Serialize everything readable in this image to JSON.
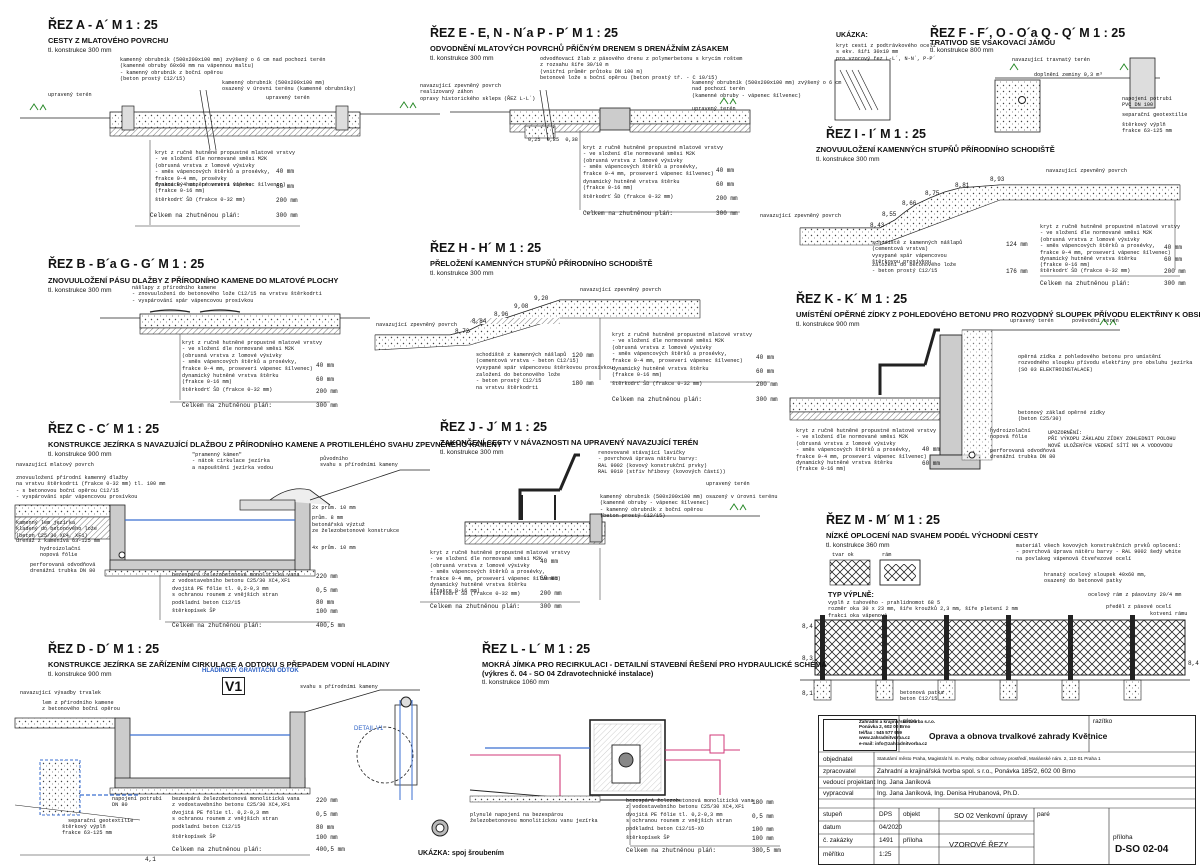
{
  "sections": {
    "aa": {
      "title": "ŘEZ A - A´  M 1 : 25",
      "sub": "CESTY Z MLATOVÉHO POVRCHU",
      "konst": "tl. konstrukce 300 mm",
      "notes": [
        "kamenný obrubník (500x200x100 mm) zvýšený o 6 cm nad pochozí terén\n(kamenné obruby 60x60 mm na vápennou maltu)\n- kamenný obrubník z boční opěrou\n(beton prostý C12/15)",
        "kamenný obrubník (500x200x100 mm)\nosazený v úrovni terénu (kamenné obrubníky)",
        "upravený terén",
        "upravený terén"
      ],
      "layers": [
        "kryt z ručně hutněné propustné mlatové vrstvy\n- ve složení dle normované směsi M2K\n(obrusná vrstva z lomové výsivky\n- směs vápencových štěrků a prosévky,\nfrakce 0-4 mm, prosévky\nfrakce 0-4 mm, proseverí vápenec šílvenec)",
        "dynamický hutněné vrstva štěrku\n(frakce 0-16 mm)",
        "štěrkodrť ŠD (frakce 0-32 mm)"
      ],
      "vals": [
        "40 mm",
        "60 mm",
        "200 mm"
      ],
      "total": "Celkem na zhutněnou pláň:",
      "totalv": "300 mm"
    },
    "bb": {
      "title": "ŘEZ B - B´a G - G´  M 1 : 25",
      "sub": "ZNOVUULOŽENÍ PÁSU DLAŽBY Z PŘÍRODNÍHO KAMENE DO MLATOVÉ PLOCHY",
      "konst": "tl. konstrukce 300 mm",
      "notes": [
        "nášlapy z přírodního kamene\n- znovuuložení do betonového lože C12/15 na vrstvu štěrkodrti\n- vyspárování spár vápencovou prosívkou"
      ],
      "layers": [
        "kryt z ručně hutněné propustné mlatové vrstvy\n- ve složení dle normované směsi M2K\n(obrusná vrstva z lomové výsivky\n- směs vápencových štěrků a prosévky,\nfrakce 0-4 mm, proseverí vápenec šílvenec)",
        "dynamický hutněné vrstva štěrku\n(frakce 0-16 mm)",
        "štěrkodrť ŠD (frakce 0-32 mm)"
      ],
      "vals": [
        "40 mm",
        "60 mm",
        "200 mm"
      ],
      "total": "Celkem na zhutněnou pláň:",
      "totalv": "300 mm"
    },
    "cc": {
      "title": "ŘEZ C - C´  M 1 : 25",
      "sub": "KONSTRUKCE JEZÍRKA S NAVAZUJÍCÍ DLAŽBOU Z PŘÍRODNÍHO KAMENE A PROTILEHLÉHO SVAHU ZPEVNĚNÉHO KAMENY",
      "konst": "tl. konstrukce 900 mm",
      "notes": [
        "navazující mlatový povrch",
        "znovuuložení přírodní kamenný dlažby\nna vrstvu štěrkodrti (frakce 0-32 mm) tl. 100 mm\n- s betonovou boční opěrou C12/15\n- vyspárování spár vápencovou prosívkou",
        "\"pramenný kámen\"\n- nátok cirkulace jezírka\na napouštění jezírka vodou",
        "původního\nsvahu s přírodními kameny",
        "kamenný lem jezírka\nkladený do betonového lože\n(beton C25/30 XC4, XF1)",
        "drenáž z kameniva 63-125 mm",
        "hydroizolační\nnopová fólie",
        "perforovaná odvodňová\ndrenážní trubka DN 80",
        "2x prům. 10 mm",
        "prům. 8 mm",
        "betonářská výztuž\nze železobetonové konstrukce",
        "4x prům. 10 mm"
      ],
      "layers": [
        "bezespárá železobetonová monolitická vana\nz vodostavebního betonu C25/30 XC4,XF1",
        "dvojitá PE fólie tl. 0,2-0,3 mm\ns ochranou rounem z vnějších stran",
        "podkladní beton C12/15",
        "štěrkopísek ŠP"
      ],
      "vals": [
        "220 mm",
        "0,5 mm",
        "80 mm",
        "100 mm"
      ],
      "total": "Celkem na zhutněnou pláň:",
      "totalv": "400,5 mm"
    },
    "dd": {
      "title": "ŘEZ D - D´  M 1 : 25",
      "sub": "KONSTRUKCE JEZÍRKA SE ZAŘÍZENÍM CIRKULACE A ODTOKU S PŘEPADEM VODNÍ HLADINY",
      "konst": "tl. konstrukce 900 mm",
      "notes": [
        "navazující výsadby trvalek",
        "lem z přírodního kamene\nz betonového boční opěrou",
        "HLADINOVÝ GRAVITAČNÍ ODTOK",
        "V1",
        "svahu s přírodními kameny",
        "DETAIL V1",
        "separační geotextilie",
        "štěrkový výplň\nfrakce 63-125 mm",
        "napojení potrubí\nDN 80"
      ],
      "layers": [
        "bezespárá železobetonová monolitická vana\nz vodostavebního betonu C25/30 XC4,XF1",
        "dvojitá PE fólie tl. 0,2-0,3 mm\ns ochranou rounem z vnějších stran",
        "podkladní beton C12/15",
        "štěrkopísek ŠP"
      ],
      "vals": [
        "220 mm",
        "0,5 mm",
        "80 mm",
        "100 mm"
      ],
      "total": "Celkem na zhutněnou pláň:",
      "totalv": "400,5 mm",
      "dim": "4,1"
    },
    "ee": {
      "title": "ŘEZ E - E, N - N´a P - P´  M 1 : 25",
      "sub": "ODVODNĚNÍ MLATOVÝCH POVRCHŮ PŘÍČNÝM DRENEM S DRENÁŽNÍM ZÁSAKEM",
      "konst": "tl. konstrukce 300 mm",
      "notes": [
        "navazující zpevněný povrch\nrealizovaný záhon\nopravy historického skleps (ŘEZ L-L´)",
        "odvodňovací žlab z pásového drenu z polymerbetonu s krycím roštem\nz rozsahu šíře 30/10 m\n(vnitřní průměr průtoku DN 100 m)\nbetonové lože s boční opěrou (beton prostý tř. - C 10/15)",
        "kamenný obrubník (500x200x100 mm) zvýšený o 6 cm\nnad pochozí terén\n(kamenné obruby - vápenec šílvenec)",
        "upravený terén",
        "0,25  0,25  0,38"
      ],
      "layers": [
        "kryt z ručně hutněné propustné mlatové vrstvy\n- ve složení dle normované směsi M2K\n(obrusná vrstva z lomové výsivky\n- směs vápencových štěrků a prosévky,\nfrakce 0-4 mm, proseverí vápenec šílvenec)",
        "dynamický hutněné vrstva štěrku\n(frakce 0-16 mm)",
        "štěrkodrť ŠD (frakce 0-32 mm)"
      ],
      "vals": [
        "40 mm",
        "60 mm",
        "200 mm"
      ],
      "total": "Celkem na zhutněnou pláň:",
      "totalv": "300 mm"
    },
    "hh": {
      "title": "ŘEZ H - H´  M 1 : 25",
      "sub": "PŘELOŽENÍ KAMENNÝCH STUPŇŮ PŘÍRODNÍHO SCHODIŠTĚ",
      "konst": "tl. konstrukce 300 mm",
      "notes": [
        "navazující zpevněný povrch",
        "navazující zpevněný povrch",
        "schodiště z kamenných nášlapů\n(cementová vrstva - beton C12/15)\nvysypané spár vápencovou štěrkovou prosívkou",
        "založení do betonového lože\n- beton prostý C12/15\nna vrstvu štěrkodrti",
        "8,72",
        "8,84",
        "8,96",
        "9,08",
        "9,20"
      ],
      "layers": [
        "kryt z ručně hutněné propustné mlatové vrstvy\n- ve složení dle normované směsi M2K\n(obrusná vrstva z lomové výsivky\n- směs vápencových štěrků a prosévky,\nfrakce 0-4 mm, proseverí vápenec šílvenec)",
        "dynamický hutněné vrstva štěrku\n(frakce 0-16 mm)",
        "štěrkodrť ŠD (frakce 0-32 mm)"
      ],
      "vals": [
        "40 mm",
        "60 mm",
        "200 mm"
      ],
      "leftvals": [
        "120 mm",
        "",
        "180 mm"
      ],
      "total": "Celkem na zhutněnou pláň:",
      "totalv": "300 mm"
    },
    "jj": {
      "title": "ŘEZ J - J´  M 1 : 25",
      "sub": "ZAKONČENÍ CESTY V NÁVAZNOSTI NA UPRAVENÝ NAVAZUJÍCÍ TERÉN",
      "konst": "tl. konstrukce 300 mm",
      "notes": [
        "renovované stávající lavičky\n- povrchová úprava nátěru barvy:\nRAL 9002 (kovový konstrukční prvky)\nRAL 9010 (střiv hřibovy (kovových částí))",
        "upravený terén",
        "kamenný obrubník (500x200x100 mm) osazený v úrovni terénu\n(kamenné obruby - vápenec šílvenec)\n- kamenný obrubník z boční opěrou\n(beton prostý C12/15)"
      ],
      "layers": [
        "kryt z ručně hutněné propustné mlatové vrstvy\n- ve složení dle normované směsi M2K\n(obrusná vrstva z lomové výsivky\n- směs vápencových štěrků a prosévky,\nfrakce 0-4 mm, proseverí vápenec šílvenec)",
        "dynamický hutněné vrstva štěrku\n(frakce 0-16 mm)",
        "štěrkodrť ŠD (frakce 0-32 mm)"
      ],
      "vals": [
        "40 mm",
        "60 mm",
        "200 mm"
      ],
      "total": "Celkem na zhutněnou pláň:",
      "totalv": "300 mm"
    },
    "ll": {
      "title": "ŘEZ L - L´  M 1 : 25",
      "sub": "MOKRÁ JÍMKA PRO RECIRKULACI - DETAILNÍ STAVEBNÍ ŘEŠENÍ PRO HYDRAULICKÉ SCHÉMA",
      "sub2": "(výkres č. 04 - SO 04 Zdravotechnické instalace)",
      "konst": "tl. konstrukce 1060 mm",
      "notes": [
        "plynulé napojení na bezespárou\nželezobetonovou monolitickou vanu jezírka",
        "UKÁZKA: spoj šroubením"
      ],
      "layers": [
        "bezespárá železobetonová monolitická vana\nz vodostavebního betonu C25/30 XC4,XF1",
        "dvojitá PE fólie tl. 0,2-0,3 mm\ns ochranou rounem z vnějších stran",
        "podkladní beton C12/15-XO",
        "štěrkopísek ŠP"
      ],
      "vals": [
        "180 mm",
        "0,5 mm",
        "100 mm",
        "100 mm"
      ],
      "total": "Celkem na zhutněnou pláň:",
      "totalv": "380,5 mm"
    },
    "ff": {
      "title": "ŘEZ F - F´, O - O´a Q - Q´  M 1 : 25",
      "sub": "TRATIVOD SE VSAKOVACÍ JÁMOU",
      "konst": "tl. konstrukce 800 mm",
      "ukazka": "UKÁZKA:",
      "notes": [
        "kryt cesti z podtrávkového ocelí\ns ekv. šíři 30x10 mm\npro vzorový řez L-L´, N-N´, P-P´",
        "navazující travnatý terén",
        "doplnění zeminy 0,3 m³",
        "napojení potrubí\nPVC DN 100",
        "separační geotextilie",
        "štěrkový výplň\nfrakce 63-125 mm"
      ]
    },
    "ii": {
      "title": "ŘEZ I - I´  M 1 : 25",
      "sub": "ZNOVUULOŽENÍ KAMENNÝCH STUPŇŮ PŘÍRODNÍHO SCHODIŠTĚ",
      "konst": "tl. konstrukce 300 mm",
      "notes": [
        "navazující zpevněný povrch",
        "navazující zpevněný povrch",
        "8,93",
        "8,81",
        "8,75",
        "8,66",
        "8,55",
        "8,43",
        "schodiště z kamenných nášlapů\n(cementová vrstva)\nvysypané spár vápencovou\nštěrkovou prosívkou",
        "založení do betonového lože\n- beton prostý C12/15"
      ],
      "layers": [
        "kryt z ručně hutněné propustné mlatové vrstvy\n- ve složení dle normované směsi M2K\n(obrusná vrstva z lomové výsivky\n- směs vápencových štěrků a prosévky,\nfrakce 0-4 mm, proseverí vápenec šílvenec)",
        "dynamický hutněné vrstva štěrku\n(frakce 0-16 mm)",
        "štěrkodrť ŠD (frakce 0-32 mm)"
      ],
      "vals": [
        "40 mm",
        "60 mm",
        "200 mm"
      ],
      "leftvals": [
        "124 mm",
        "",
        "176 mm"
      ],
      "total": "Celkem na zhutněnou pláň:",
      "totalv": "300 mm"
    },
    "kk": {
      "title": "ŘEZ K - K´  M 1 : 25",
      "sub": "UMÍSTĚNÍ OPĚRNÉ ZÍDKY Z POHLEDOVÉHO BETONU PRO ROZVODNÝ SLOUPEK PŘÍVODU ELEKTŘINY K OBSLUZE JEZÍRKA",
      "konst": "tl. konstrukce 900 mm",
      "notes": [
        "upravený terén",
        "pověvodní terén",
        "opěrná zídka z pohledového betonu pro umístění\nrozvodného sloupku přívodu elektřiny pro obsluhu jezírka\n(SO 03 ELEKTROINSTALACE)",
        "betonový základ opěrné zídky\n(beton C25/30)",
        "hydroizolační\nnopová fólie",
        "perforovaná odvodňová\ndrenážní trubka DN 80",
        "UPOZORNĚNÍ:\nPŘI VÝKOPU ZÁKLADU ZÍDKY ZOHLEDNIT POLOHU\nNOVÉ ULOŽENÝCH VEDENÍ SÍTÍ NN A VODOVODU"
      ],
      "layers": [
        "kryt z ručně hutněné propustné mlatové vrstvy\n- ve složení dle normované směsi M2K\n(obrusná vrstva z lomové výsivky\n- směs vápencových štěrků a prosévky,\nfrakce 0-4 mm, proseverí vápenec šílvenec)",
        "dynamický hutněné vrstva štěrku\n(frakce 0-16 mm)"
      ],
      "vals": [
        "40 mm",
        "60 mm"
      ]
    },
    "mm": {
      "title": "ŘEZ M - M´  M 1 : 25",
      "sub": "NÍZKÉ OPLOCENÍ NAD SVAHEM PODÉL VÝCHODNÍ CESTY",
      "konst": "tl. konstrukce 360 mm",
      "typ": "TYP VÝPLNĚ:",
      "tvar": "tvar ok",
      "ram": "rám",
      "notes": [
        "materiál všech kovových konstrukčních prvků oplocení:\n- povrchová úprava nátěru barvy - RAL 9002 šedý white\nna povlakeg vápenová čtveřezové ocelí",
        "vyplň z tahového - prahlidnomot 68 5\nrozměr oka 30 x 23 mm, šíře kroužků 2,3 mm, šíře pletení 2 mm\nfrakci oka vápenová",
        "hranatý ocelový sloupek 40x60 mm,\nosazený do betonové patky",
        "ocelový rám z pásoviny 20/4 mm",
        "předěl z pásové ocelí",
        "kotvení rámu",
        "betonová patka\nbeton C12/15",
        "8,4",
        "8,3",
        "8,1",
        "8,4"
      ]
    }
  },
  "titleblock": {
    "company": "Zahradní a krajinářská tvorba s.r.o.\nPonávka 2, 602 00 Brno\ntel/fax : 545 577 959\nwww.zahradnitvorba.cz\ne-mail: info@zahradnitvorba.cz",
    "akce_l": "akce",
    "akce": "Oprava a obnova trvalkové zahrady Květnice",
    "razitko": "razítko",
    "objednatel_l": "objednatel",
    "objednatel": "Statutární město Praha, Magistrát hl. m. Prahy, Odbor ochrany prostředí, Mariánské nám. 2, 110 01 Praha 1",
    "zpracovatel_l": "zpracovatel",
    "zpracovatel": "Zahradní a krajinářská tvorba spol. s r.o., Ponávka 185/2, 602 00 Brno",
    "vedouci_l": "vedoucí projektant",
    "vedouci": "Ing. Jana Janíková",
    "vypracoval_l": "vypracoval",
    "vypracoval": "Ing. Jana Janíková, Ing. Denisa Hrubanová, Ph.D.",
    "stupen_l": "stupeň",
    "stupen": "DPS",
    "objekt_l": "objekt",
    "objekt": "SO 02 Venkovní úpravy",
    "pare_l": "paré",
    "datum_l": "datum",
    "datum": "04/2020",
    "zakazky_l": "č. zakázky",
    "zakazky": "1491",
    "priloha_l": "příloha",
    "priloha": "VZOROVÉ ŘEZY",
    "priloha2_l": "příloha",
    "cislo": "D-SO 02-04",
    "meritko_l": "měřítko",
    "meritko": "1:25"
  }
}
